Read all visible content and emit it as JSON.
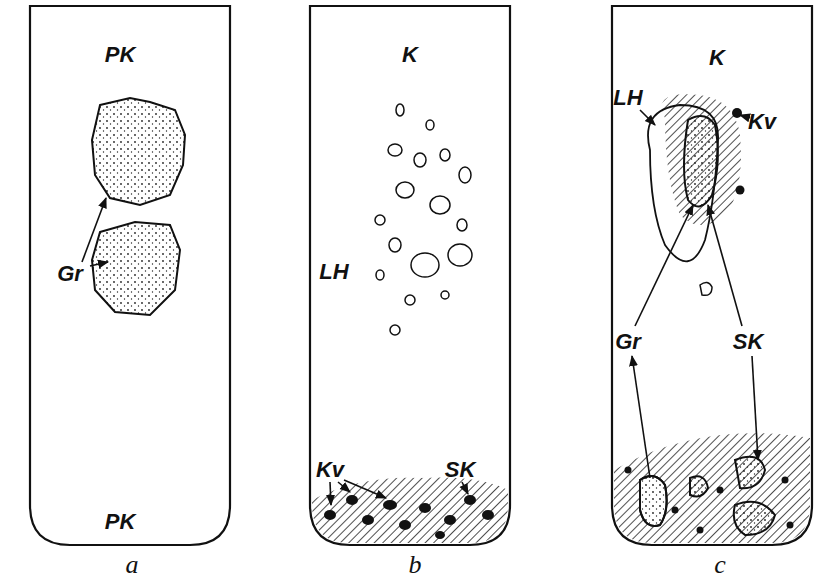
{
  "diagram": {
    "labels": [
      "PK",
      "Gr",
      "PK",
      "a",
      "K",
      "LH",
      "Kv",
      "SK",
      "b",
      "K",
      "LH",
      "Kv",
      "Gr",
      "SK",
      "c"
    ]
  }
}
